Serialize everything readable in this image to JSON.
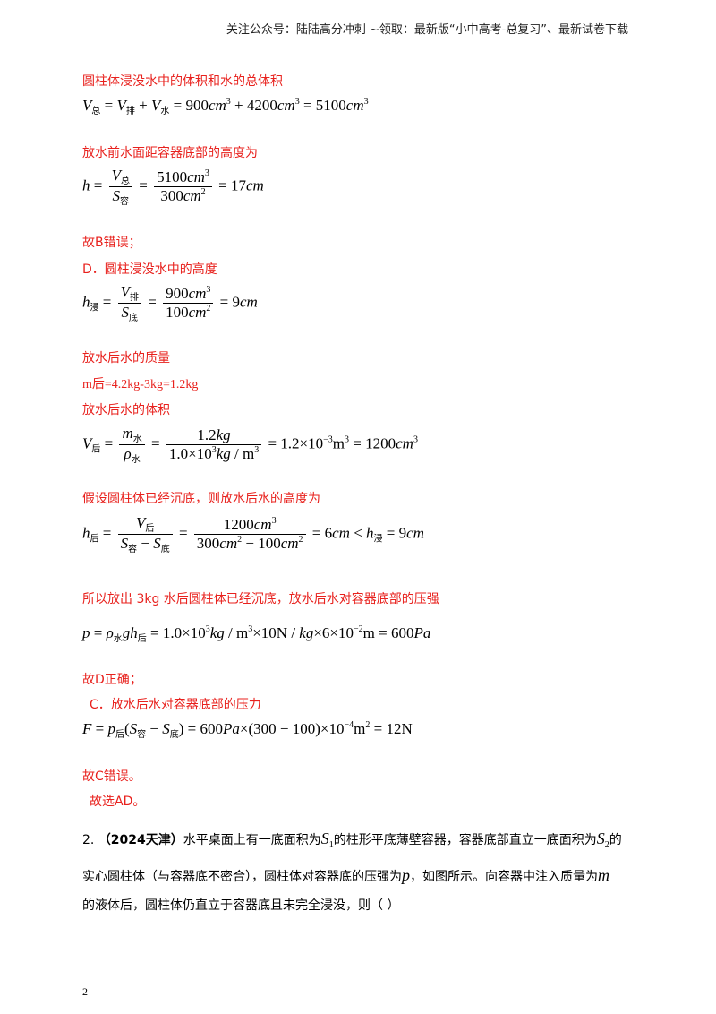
{
  "header": "关注公众号：陆陆高分冲刺  ~领取：最新版“小中高考-总复习”、最新试卷下载",
  "lines": {
    "l1": "圆柱体浸没水中的体积和水的总体积",
    "l2": "放水前水面距容器底部的高度为",
    "l3": "故B错误；",
    "l4": "D．圆柱浸没水中的高度",
    "l5": "放水后水的质量",
    "l6": "m后=4.2kg-3kg=1.2kg",
    "l7": "放水后水的体积",
    "l8": "假设圆柱体已经沉底，则放水后水的高度为",
    "l9": "所以放出 3kg   水后圆柱体已经沉底，放水后水对容器底部的压强",
    "l10": "故D正确；",
    "l11": "C．放水后水对容器底部的压力",
    "l12": "故C错误。",
    "l13": "故选AD。"
  },
  "question": {
    "number": "2.",
    "source": "（2024天津）",
    "line1a": "水平桌面上有一底面积为",
    "line1b": "的柱形平底薄壁容器，容器底部直立一底面积为",
    "line1c": "的",
    "line2a": "实心圆柱体（与容器底不密合），圆柱体对容器底的压强为",
    "line2b": "，如图所示。向容器中注入质量为",
    "line3": "的液体后，圆柱体仍直立于容器底且未完全浸没，则（      ）",
    "S1": "S",
    "S1sub": "1",
    "S2": "S",
    "S2sub": "2",
    "p": "p",
    "m": "m"
  },
  "page_number": "2"
}
